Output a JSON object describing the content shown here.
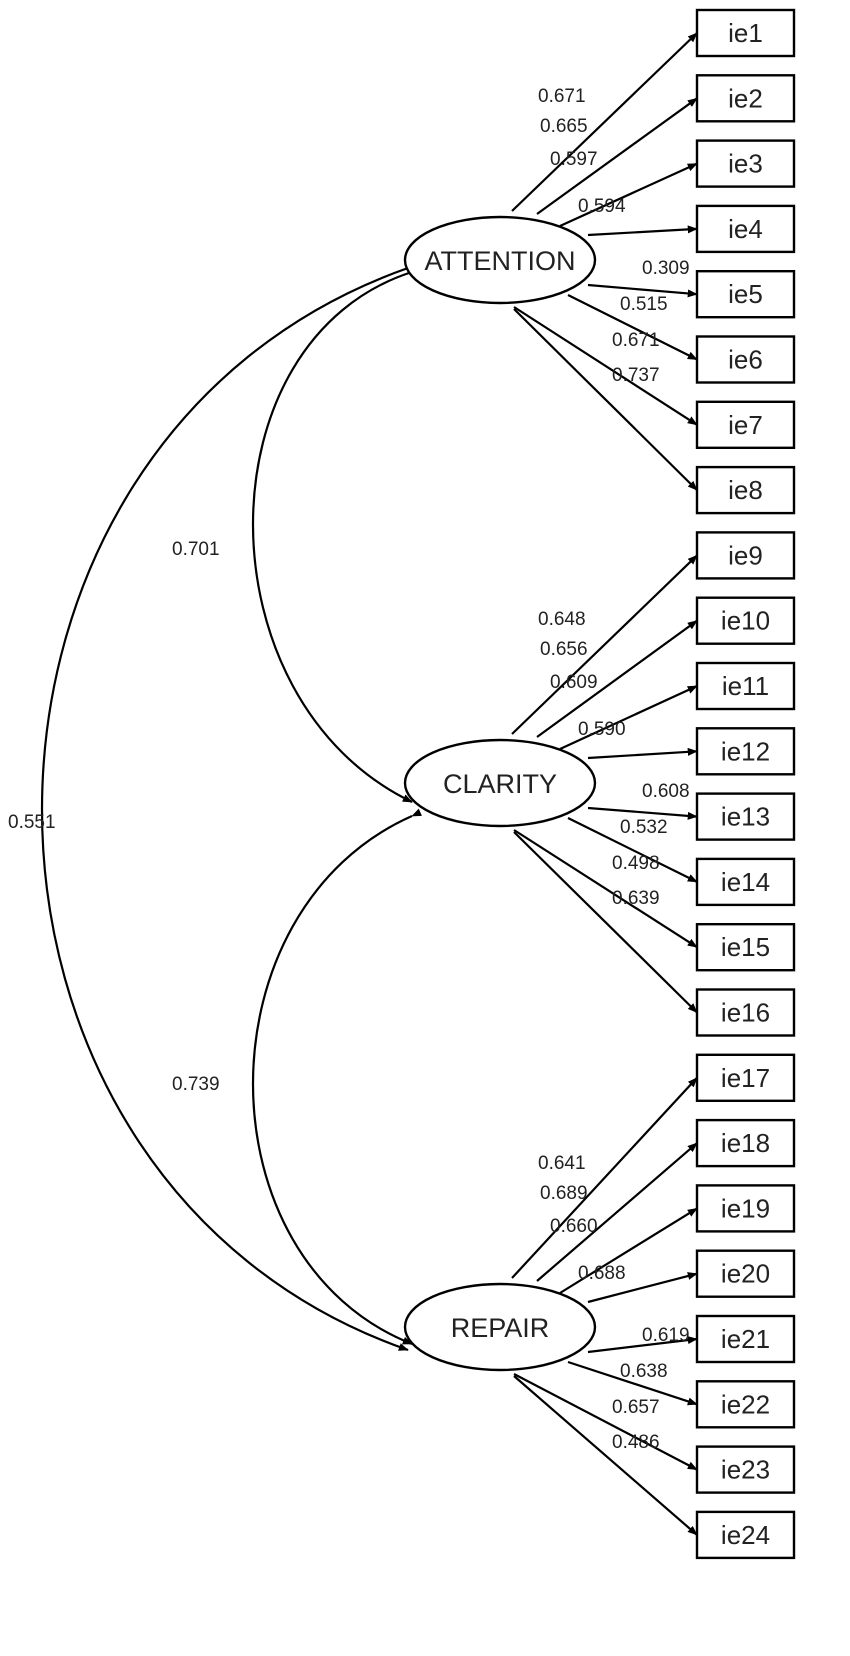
{
  "factors": [
    {
      "name": "ATTENTION",
      "indicators": [
        "ie1",
        "ie2",
        "ie3",
        "ie4",
        "ie5",
        "ie6",
        "ie7",
        "ie8"
      ],
      "loadings": [
        "0.671",
        "0.665",
        "0.597",
        "0.594",
        "0.309",
        "0.515",
        "0.671",
        "0.737"
      ]
    },
    {
      "name": "CLARITY",
      "indicators": [
        "ie9",
        "ie10",
        "ie11",
        "ie12",
        "ie13",
        "ie14",
        "ie15",
        "ie16"
      ],
      "loadings": [
        "0.648",
        "0.656",
        "0.609",
        "0.590",
        "0.608",
        "0.532",
        "0.498",
        "0.639"
      ]
    },
    {
      "name": "REPAIR",
      "indicators": [
        "ie17",
        "ie18",
        "ie19",
        "ie20",
        "ie21",
        "ie22",
        "ie23",
        "ie24"
      ],
      "loadings": [
        "0.641",
        "0.689",
        "0.660",
        "0.688",
        "0.619",
        "0.638",
        "0.657",
        "0.486"
      ]
    }
  ],
  "correlations": [
    {
      "between": [
        "ATTENTION",
        "CLARITY"
      ],
      "value": "0.701"
    },
    {
      "between": [
        "CLARITY",
        "REPAIR"
      ],
      "value": "0.739"
    },
    {
      "between": [
        "ATTENTION",
        "REPAIR"
      ],
      "value": "0.551"
    }
  ]
}
